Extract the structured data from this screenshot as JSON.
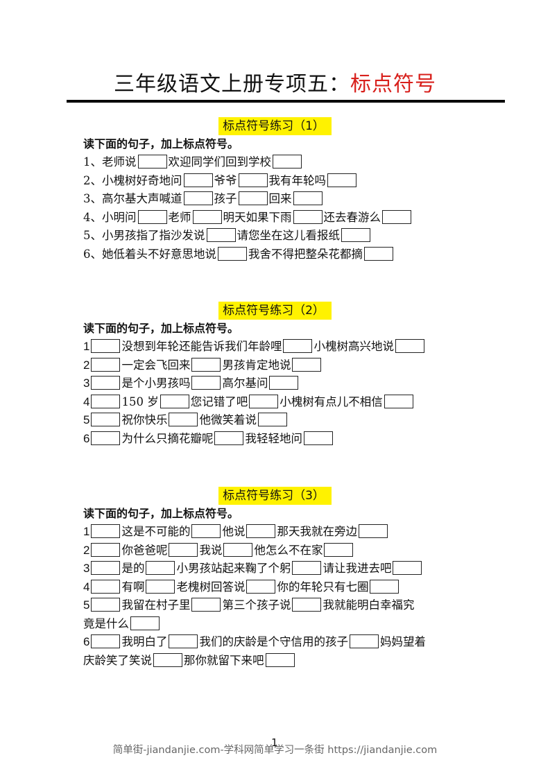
{
  "header": {
    "title_main": "三年级语文上册专项五：",
    "title_accent": "标点符号",
    "accent_color": "#d8201c"
  },
  "instruction": "读下面的句子，加上标点符号。",
  "highlight_color": "#fff200",
  "sections": [
    {
      "title": "标点符号练习（1）",
      "lines": [
        [
          "1、老师说",
          "□",
          "欢迎同学们回到学校",
          "□"
        ],
        [
          "2、小槐树好奇地问",
          "□",
          "爷爷",
          "□",
          "我有年轮吗",
          "□"
        ],
        [
          "3、高尔基大声喊道",
          "□",
          "孩子",
          "□",
          "回来",
          "□"
        ],
        [
          "4、小明问",
          "□",
          "老师",
          "□",
          "明天如果下雨",
          "□",
          "还去春游么",
          "□"
        ],
        [
          "5、小男孩指了指沙发说",
          "□",
          "请您坐在这儿看报纸",
          "□"
        ],
        [
          "6、她低着头不好意思地说",
          "□",
          "我舍不得把整朵花都摘",
          "□"
        ]
      ]
    },
    {
      "title": "标点符号练习（2）",
      "lines": [
        [
          "1",
          "□",
          "没想到年轮还能告诉我们年龄哩",
          "□",
          "小槐树高兴地说",
          "□"
        ],
        [
          "2",
          "□",
          "一定会飞回来",
          "□",
          "男孩肯定地说",
          "□"
        ],
        [
          "3",
          "□",
          "是个小男孩吗",
          "□",
          "高尔基问",
          "□"
        ],
        [
          "4",
          "□",
          "150 岁",
          "□",
          "您记错了吧",
          "□",
          "小槐树有点儿不相信",
          "□"
        ],
        [
          "5",
          "□",
          "祝你快乐",
          "□",
          "他微笑着说",
          "□"
        ],
        [
          "6",
          "□",
          "为什么只摘花瓣呢",
          "□",
          "我轻轻地问",
          "□"
        ]
      ]
    },
    {
      "title": "标点符号练习（3）",
      "lines": [
        [
          "1",
          "□",
          "这是不可能的",
          "□",
          "他说",
          "□",
          "那天我就在旁边",
          "□"
        ],
        [
          "2",
          "□",
          "你爸爸呢",
          "□",
          "我说",
          "□",
          "他怎么不在家",
          "□"
        ],
        [
          "3",
          "□",
          "是的",
          "□",
          "小男孩站起来鞠了个躬",
          "□",
          "请让我进去吧",
          "□"
        ],
        [
          "4",
          "□",
          "有啊",
          "□",
          "老槐树回答说",
          "□",
          "你的年轮只有七圈",
          "□"
        ],
        [
          "5",
          "□",
          "我留在村子里",
          "□",
          "第三个孩子说",
          "□",
          "我就能明白幸福究"
        ],
        [
          "竟是什么",
          "□"
        ],
        [
          "6",
          "□",
          "我明白了",
          "□",
          "我们的庆龄是个守信用的孩子",
          "□",
          "妈妈望着"
        ],
        [
          "庆龄笑了笑说",
          "□",
          "那你就留下来吧",
          "□"
        ]
      ]
    }
  ],
  "footer": {
    "page_number": "1",
    "watermark": "简单街-jiandanjie.com-学科网简单学习一条街 https://jiandanjie.com"
  }
}
